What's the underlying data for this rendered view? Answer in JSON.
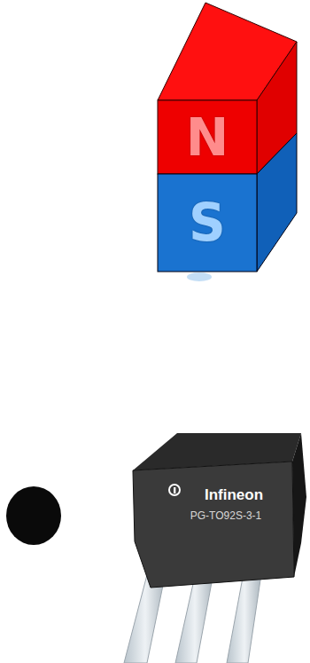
{
  "diagram": {
    "nodes": [
      {
        "text": [
          "N"
        ]
      },
      {
        "text": [
          "S"
        ]
      },
      {
        "text": [
          "Infineon",
          "PG-TO92S-3-1"
        ]
      }
    ]
  }
}
